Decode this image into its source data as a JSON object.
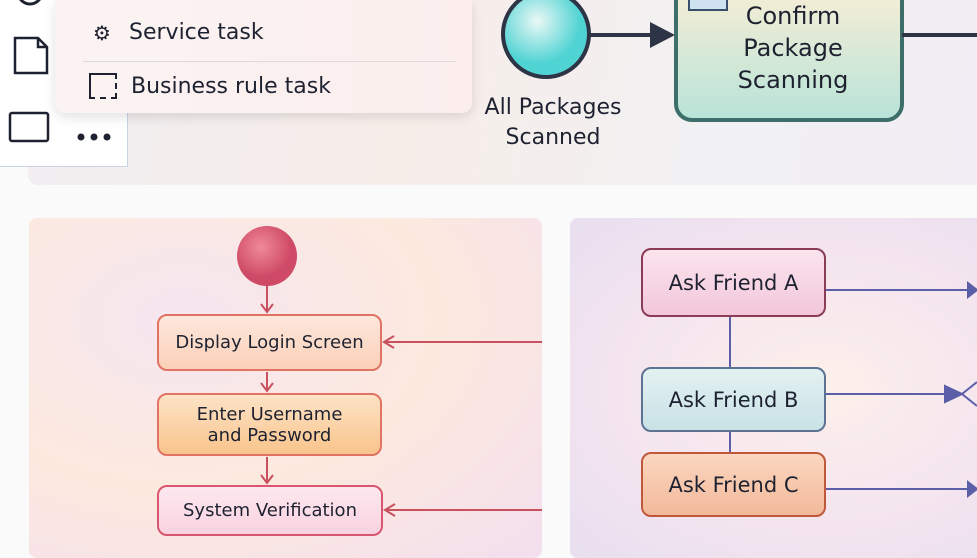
{
  "menu": {
    "items": [
      {
        "label": "Service task",
        "icon": "gear-icon"
      },
      {
        "label": "Business rule task",
        "icon": "business-rule-icon"
      }
    ]
  },
  "toolbar": {
    "tools": [
      "data-object-icon",
      "task-icon",
      "more-icon"
    ]
  },
  "bpmn": {
    "event_label_1": "All Packages",
    "event_label_2": "Scanned",
    "task_line_1": "Confirm",
    "task_line_2": "Package",
    "task_line_3": "Scanning"
  },
  "login_flow": {
    "steps": [
      "Display Login Screen",
      "Enter Username and Password",
      "System Verification"
    ]
  },
  "friends_flow": {
    "steps": [
      "Ask Friend A",
      "Ask Friend B",
      "Ask Friend C"
    ]
  },
  "colors": {
    "start": "#d9566f",
    "event": "#5fd6d6",
    "arrow_red": "#d9566f",
    "arrow_blue": "#5a5fa8"
  }
}
